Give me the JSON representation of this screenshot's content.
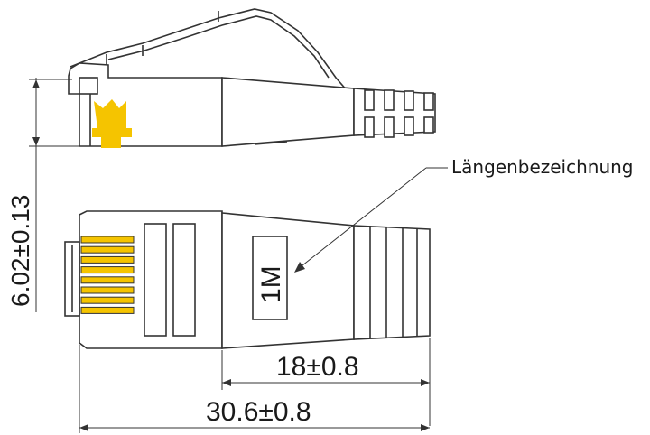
{
  "labels": {
    "length_marking": "Längenbezeichnung",
    "boot_marking": "1M"
  },
  "dimensions": {
    "height": "6.02±0.13",
    "boot_length": "18±0.8",
    "total_length": "30.6±0.8"
  },
  "colors": {
    "line": "#333333",
    "contact_gold": "#f5c400",
    "background": "#ffffff"
  },
  "contact_count": 8
}
